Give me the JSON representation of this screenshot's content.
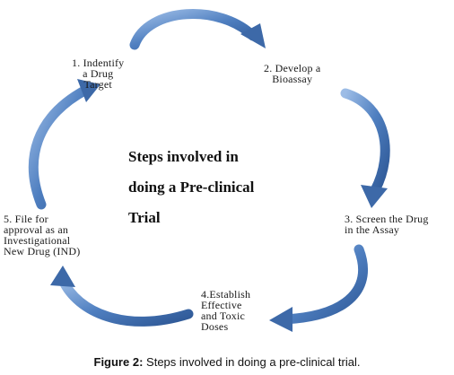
{
  "center": {
    "line1": "Steps involved in",
    "line2": "doing a Pre-clinical",
    "line3": "Trial"
  },
  "steps": [
    {
      "lines": [
        "1. Indentify",
        "a Drug",
        "Target"
      ]
    },
    {
      "lines": [
        "2. Develop a",
        "Bioassay"
      ]
    },
    {
      "lines": [
        "3. Screen the Drug",
        "in the Assay"
      ]
    },
    {
      "lines": [
        "4.Establish",
        "Effective",
        "and Toxic",
        "Doses"
      ]
    },
    {
      "lines": [
        "5. File for",
        "approval as an",
        "Investigational",
        "New Drug (IND)"
      ]
    }
  ],
  "caption": {
    "label": "Figure 2:",
    "text": "Steps involved in doing a pre-clinical trial."
  },
  "colors": {
    "arrow_fill": "#4a78b8",
    "arrow_light": "#8fb2e0",
    "arrow_dark": "#2d5590"
  }
}
